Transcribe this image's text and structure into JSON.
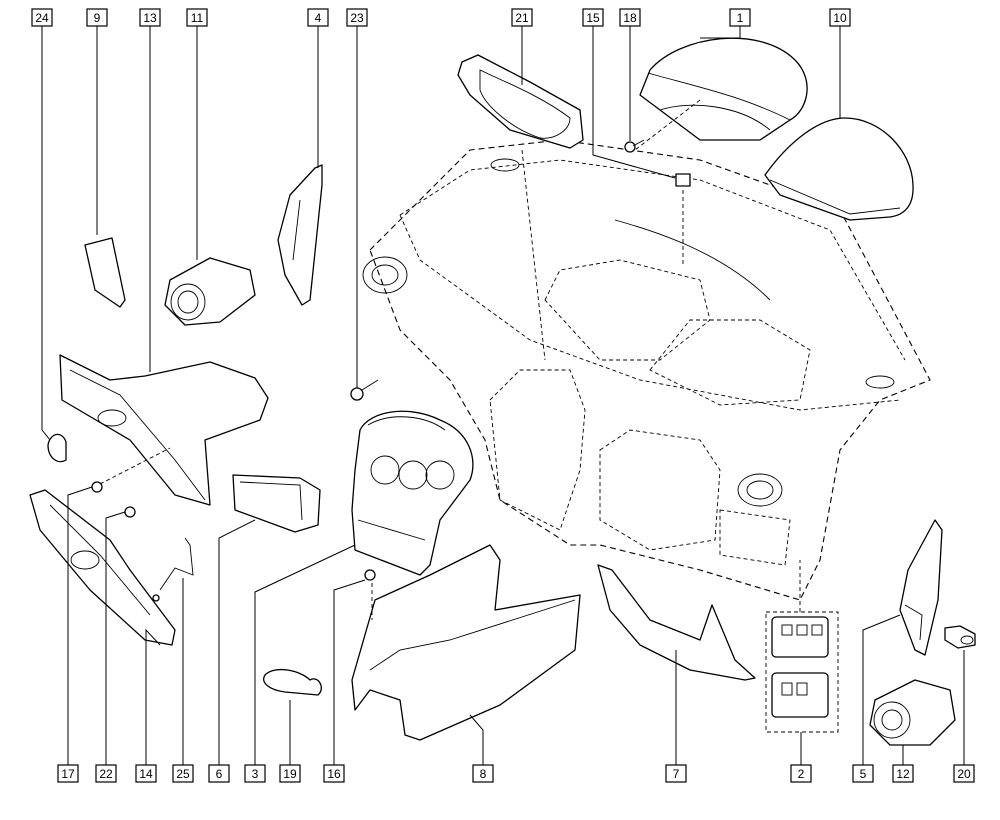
{
  "callouts": {
    "p24": "24",
    "p9": "9",
    "p13": "13",
    "p11": "11",
    "p4": "4",
    "p23": "23",
    "p21": "21",
    "p15": "15",
    "p18": "18",
    "p1": "1",
    "p10": "10",
    "p17": "17",
    "p22": "22",
    "p14": "14",
    "p25": "25",
    "p6": "6",
    "p3": "3",
    "p19": "19",
    "p16": "16",
    "p8": "8",
    "p7": "7",
    "p2": "2",
    "p5": "5",
    "p12": "12",
    "p20": "20"
  },
  "colors": {
    "line": "#000000",
    "background": "#ffffff"
  }
}
